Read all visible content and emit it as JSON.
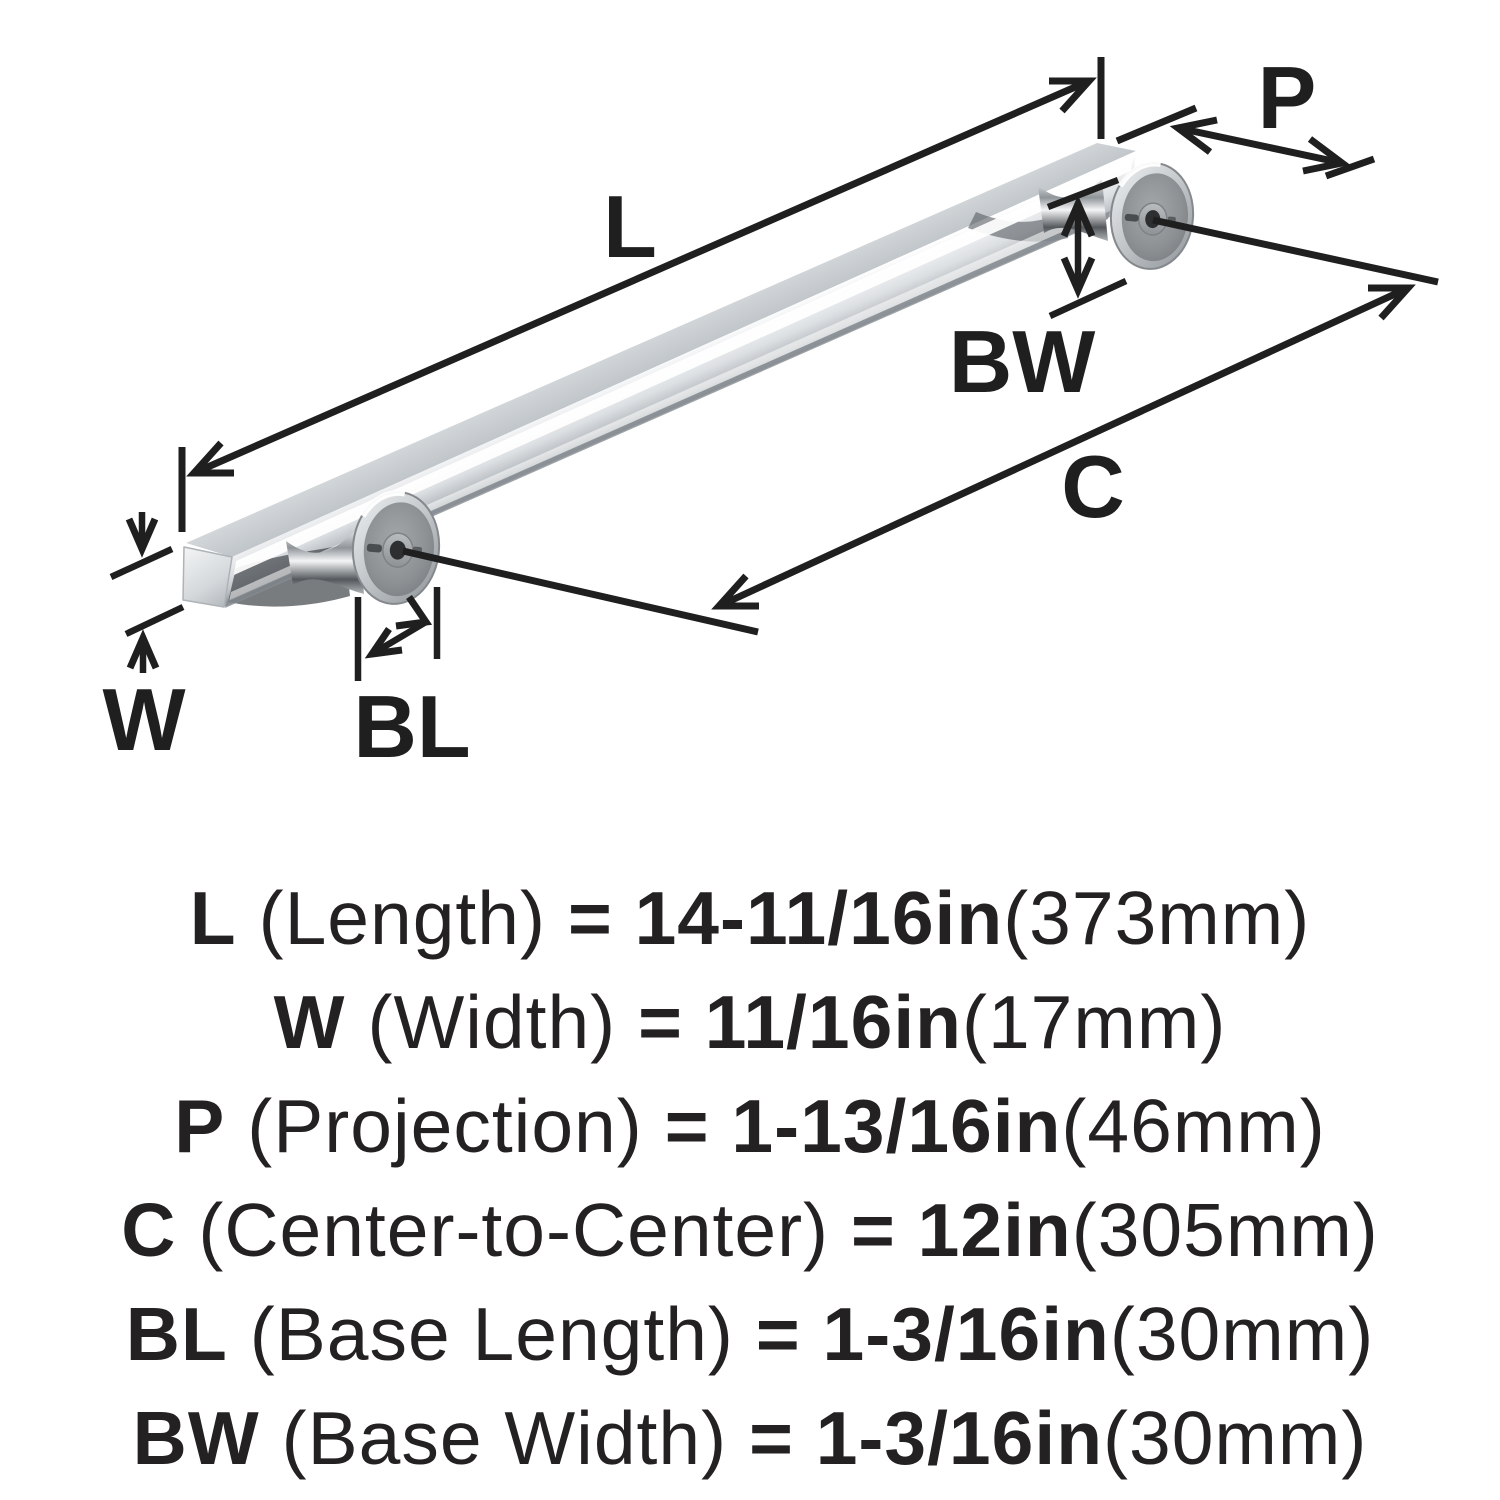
{
  "symbols": {
    "length": "L",
    "width": "W",
    "projection": "P",
    "center_to_center": "C",
    "base_length": "BL",
    "base_width": "BW"
  },
  "spec_lines": [
    {
      "symbol": "L",
      "label": "(Length)",
      "value": "= 14-11/16in",
      "metric": "(373mm)"
    },
    {
      "symbol": "W",
      "label": "(Width)",
      "value": "= 11/16in",
      "metric": "(17mm)"
    },
    {
      "symbol": "P",
      "label": "(Projection)",
      "value": "= 1-13/16in",
      "metric": "(46mm)"
    },
    {
      "symbol": "C",
      "label": "(Center-to-Center)",
      "value": "= 12in",
      "metric": "(305mm)"
    },
    {
      "symbol": "BL",
      "label": "(Base Length)",
      "value": "= 1-3/16in",
      "metric": "(30mm)"
    },
    {
      "symbol": "BW",
      "label": "(Base Width)",
      "value": "= 1-3/16in",
      "metric": "(30mm)"
    }
  ],
  "colors": {
    "ink": "#1f1f1f",
    "text": "#242122",
    "chrome_light": "#f2f3f5",
    "chrome_mid": "#c3c7cb",
    "chrome_dark": "#7c8287",
    "flange_face": "#8e9295",
    "background": "#ffffff"
  }
}
